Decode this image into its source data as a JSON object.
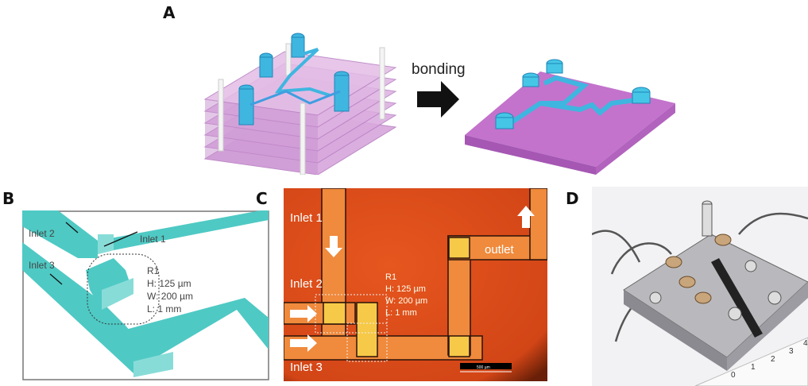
{
  "panels": {
    "a": {
      "label": "A",
      "arrow_text": "bonding"
    },
    "b": {
      "label": "B",
      "inlet1": "Inlet 1",
      "inlet2": "Inlet 2",
      "inlet3": "Inlet 3",
      "region": "R1",
      "height": "H: 125 µm",
      "width": "W: 200 µm",
      "length": "L: 1 mm"
    },
    "c": {
      "label": "C",
      "inlet1": "Inlet 1",
      "inlet2": "Inlet 2",
      "inlet3": "Inlet 3",
      "outlet": "outlet",
      "region": "R1",
      "height": "H: 125 µm",
      "width": "W: 200 µm",
      "length": "L: 1 mm",
      "scale_bar": "500 µm"
    },
    "d": {
      "label": "D",
      "ruler_ticks": [
        "0",
        "1",
        "2",
        "3",
        "4"
      ]
    }
  },
  "colors": {
    "channel": "#4fc9c4",
    "chip": "#c77bd0",
    "micrograph": "#e0501e",
    "channel_fill": "#f39a4a",
    "junction": "#f7c948"
  }
}
